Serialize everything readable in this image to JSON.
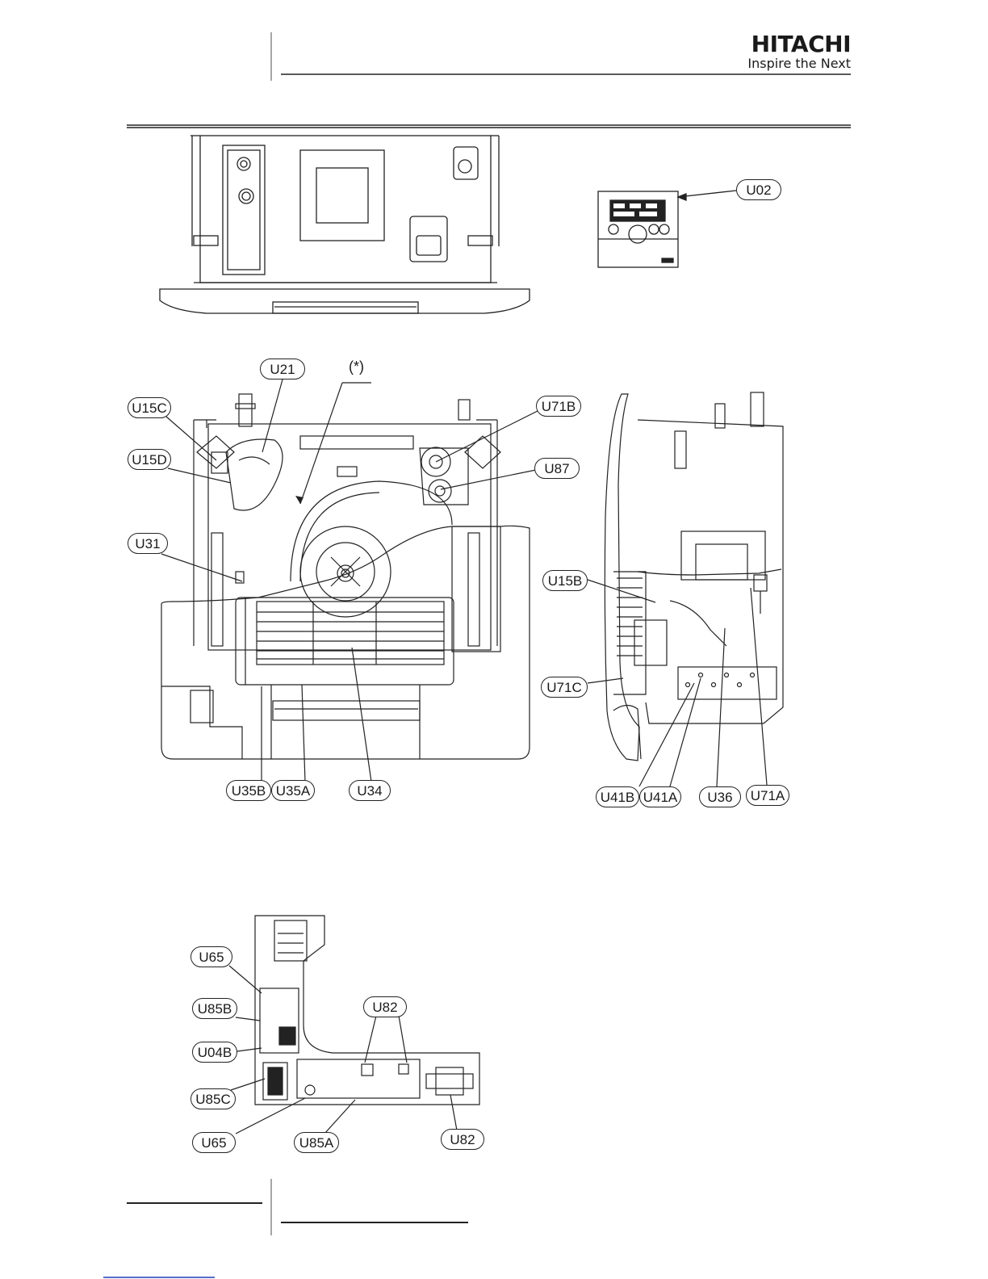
{
  "brand": {
    "name": "HITACHI",
    "tagline": "Inspire the Next"
  },
  "note_mark": "(*)",
  "callouts": {
    "u02": "U02",
    "u21": "U21",
    "u15c": "U15C",
    "u15d": "U15D",
    "u31": "U31",
    "u71b": "U71B",
    "u87": "U87",
    "u15b": "U15B",
    "u71c": "U71C",
    "u35b": "U35B",
    "u35a": "U35A",
    "u34": "U34",
    "u41b": "U41B",
    "u41a": "U41A",
    "u36": "U36",
    "u71a": "U71A",
    "u65_top": "U65",
    "u85b": "U85B",
    "u04b": "U04B",
    "u85c": "U85C",
    "u65_bottom": "U65",
    "u85a": "U85A",
    "u82_top": "U82",
    "u82_bottom": "U82"
  }
}
